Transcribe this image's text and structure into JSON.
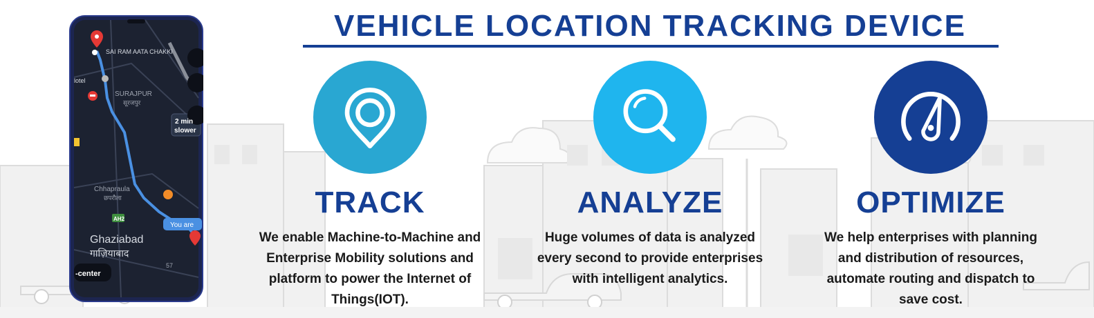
{
  "header": {
    "title": "VEHICLE LOCATION TRACKING DEVICE"
  },
  "colors": {
    "brand_blue": "#153f94",
    "track_circle": "#29a7d2",
    "analyze_circle": "#1fb5ee",
    "optimize_circle": "#153f94",
    "map_bg": "#1c2231",
    "route": "#4a90e2"
  },
  "features": [
    {
      "icon": "location-pin-icon",
      "title": "TRACK",
      "description": "We enable Machine-to-Machine and Enterprise Mobility solutions and platform to power the Internet of Things(IOT)."
    },
    {
      "icon": "magnifier-icon",
      "title": "ANALYZE",
      "description": "Huge volumes of data is analyzed every second to provide enterprises with intelligent analytics."
    },
    {
      "icon": "speedometer-icon",
      "title": "OPTIMIZE",
      "description": "We help enterprises with planning and distribution of resources, automate routing and dispatch to save cost."
    }
  ],
  "phone_map": {
    "place_top": "SAI RAM AATA CHAKKI",
    "hotel": "lotel",
    "surajpur": "SURAJPUR",
    "surajpur_hi": "सूरजपुर",
    "traffic_line1": "2 min",
    "traffic_line2": "slower",
    "chhapraula": "Chhapraula",
    "chhapraula_hi": "छपरौला",
    "highway": "AH2",
    "you_are": "You are",
    "ghaziabad": "Ghaziabad",
    "ghaziabad_hi": "गाज़ियाबाद",
    "road_num": "57",
    "recenter": "-center"
  }
}
